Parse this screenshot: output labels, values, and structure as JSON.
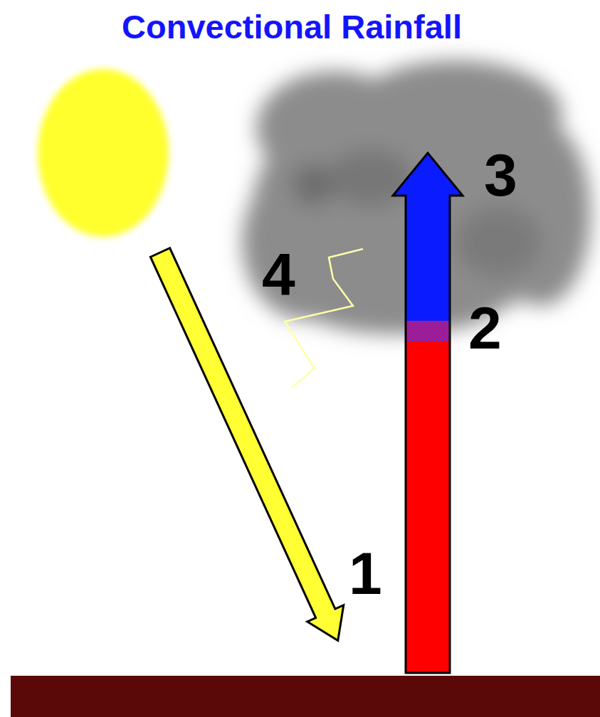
{
  "diagram": {
    "title": "Convectional Rainfall",
    "labels": [
      "3",
      "4",
      "2",
      "1"
    ]
  }
}
